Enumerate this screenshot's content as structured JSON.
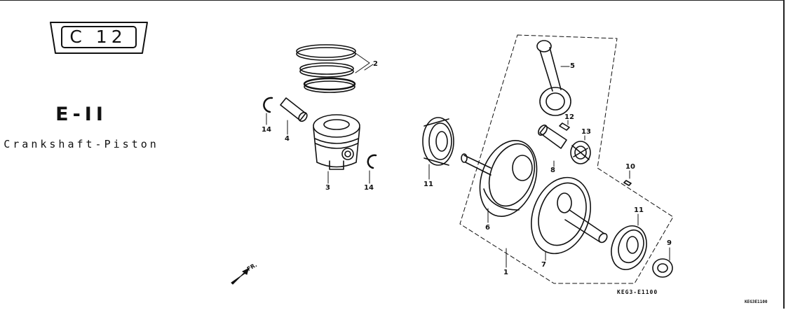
{
  "section_code": "C 12",
  "group_code": "E-II",
  "group_title": "Crankshaft-Piston",
  "direction_label": "FR.",
  "drawing_code": "KEG3-E1100",
  "image_code": "KEG3E1100",
  "callouts": [
    {
      "id": "c2",
      "label": "2"
    },
    {
      "id": "c14a",
      "label": "14"
    },
    {
      "id": "c4",
      "label": "4"
    },
    {
      "id": "c3",
      "label": "3"
    },
    {
      "id": "c14b",
      "label": "14"
    },
    {
      "id": "c11a",
      "label": "11"
    },
    {
      "id": "c5",
      "label": "5"
    },
    {
      "id": "c12",
      "label": "12"
    },
    {
      "id": "c13",
      "label": "13"
    },
    {
      "id": "c8",
      "label": "8"
    },
    {
      "id": "c10",
      "label": "10"
    },
    {
      "id": "c6",
      "label": "6"
    },
    {
      "id": "c11b",
      "label": "11"
    },
    {
      "id": "c9",
      "label": "9"
    },
    {
      "id": "c7",
      "label": "7"
    },
    {
      "id": "c1",
      "label": "1"
    }
  ]
}
